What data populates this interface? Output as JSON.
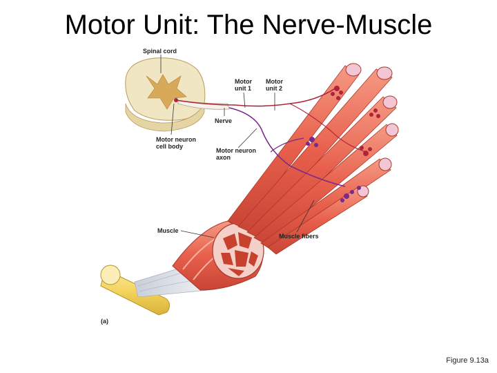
{
  "slide": {
    "title": "Motor Unit: The Nerve-Muscle",
    "caption": "Figure 9.13a"
  },
  "labels": {
    "spinal_cord": "Spinal cord",
    "motor_unit_1": [
      "Motor",
      "unit 1"
    ],
    "motor_unit_2": [
      "Motor",
      "unit 2"
    ],
    "nerve": "Nerve",
    "cell_body": [
      "Motor neuron",
      "cell body"
    ],
    "axon": [
      "Motor neuron",
      "axon"
    ],
    "muscle": "Muscle",
    "muscle_fibers": "Muscle fibers",
    "panel": "(a)"
  },
  "colors": {
    "muscle": "#e8604c",
    "muscle_light": "#f28c78",
    "muscle_dark": "#c84434",
    "tendon": "#dcdfe6",
    "bone": "#f3d35a",
    "gray_matter": "#d9a95a",
    "white_matter": "#f1e6c4",
    "nerve_unit_1": "#b0243a",
    "nerve_unit_2": "#7a2a8a"
  }
}
